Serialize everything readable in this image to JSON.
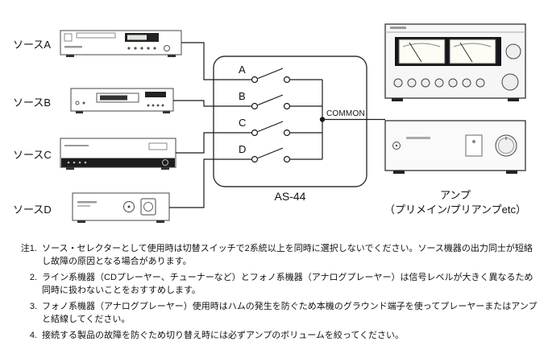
{
  "sources": [
    {
      "label": "ソースA"
    },
    {
      "label": "ソースB"
    },
    {
      "label": "ソースC"
    },
    {
      "label": "ソースD"
    }
  ],
  "selector": {
    "model_label": "AS-44",
    "switch_labels": [
      "A",
      "B",
      "C",
      "D"
    ],
    "common_label": "COMMON"
  },
  "amplifier": {
    "label_line1": "アンプ",
    "label_line2": "（プリメイン/プリアンプetc）"
  },
  "notes": {
    "items": [
      {
        "marker": "注1.",
        "text": "ソース・セレクターとして使用時は切替スイッチで2系統以上を同時に選択しないでください。ソース機器の出力同士が短絡し故障の原因となる場合があります。"
      },
      {
        "marker": "2.",
        "text": "ライン系機器（CDプレーヤー、チューナーなど）とフォノ系機器（アナログプレーヤー）は信号レベルが大きく異なるため同時に扱わないことをおすすめします。"
      },
      {
        "marker": "3.",
        "text": "フォノ系機器（アナログプレーヤー）使用時はハムの発生を防ぐため本機のグラウンド端子を使ってプレーヤーまたはアンプと結線してください。"
      },
      {
        "marker": "4.",
        "text": "接続する製品の故障を防ぐため切り替え時には必ずアンプのボリュームを絞ってください。"
      }
    ]
  },
  "colors": {
    "line": "#1a1a1a",
    "box_stroke": "#333333",
    "background": "#ffffff"
  }
}
